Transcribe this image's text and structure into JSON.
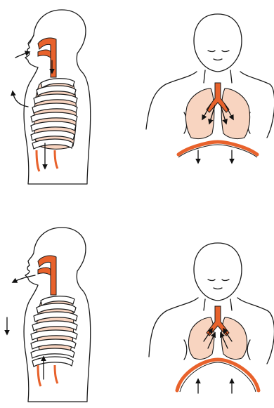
{
  "diagram": {
    "panels": [
      {
        "id": "inhale-side",
        "phase": "inhalation",
        "view": "side"
      },
      {
        "id": "inhale-front",
        "phase": "inhalation",
        "view": "front"
      },
      {
        "id": "exhale-side",
        "phase": "exhalation",
        "view": "side"
      },
      {
        "id": "exhale-front",
        "phase": "exhalation",
        "view": "front"
      }
    ],
    "colors": {
      "airway": "#e8622c",
      "lung_fill": "#f8d4c0",
      "diaphragm": "#e8622c",
      "outline": "#1a1a1a",
      "arrow": "#111111"
    }
  }
}
